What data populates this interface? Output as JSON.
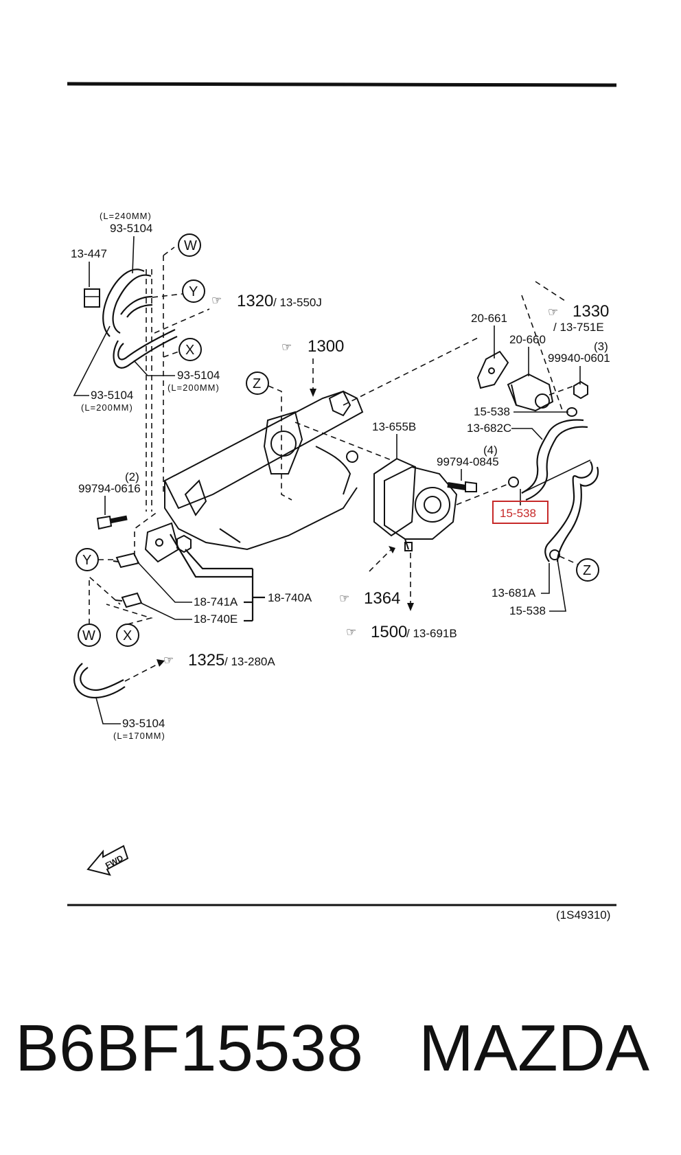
{
  "diagram": {
    "ref_code": "(1S49310)",
    "fwd_label": "FWD",
    "circle_refs": [
      "W",
      "Y",
      "X",
      "Z",
      "Y",
      "W",
      "X",
      "Z"
    ],
    "callouts": [
      {
        "main": "1320",
        "sub": "/ 13-550J"
      },
      {
        "main": "1300",
        "sub": ""
      },
      {
        "main": "1330",
        "sub": "/ 13-751E"
      },
      {
        "main": "1364",
        "sub": ""
      },
      {
        "main": "1500",
        "sub": "/ 13-691B"
      },
      {
        "main": "1325",
        "sub": "/ 13-280A"
      }
    ],
    "parts": {
      "hose_240": "93-5104",
      "hose_240_len": "(L=240MM)",
      "clip_13447": "13-447",
      "hose_200a": "93-5104",
      "hose_200a_len": "(L=200MM)",
      "hose_200b": "93-5104",
      "hose_200b_len": "(L=200MM)",
      "bolt_99794_0616": "99794-0616",
      "bolt_99794_0616_qty": "(2)",
      "gasket_20661": "20-661",
      "valve_20660": "20-660",
      "nut_99940": "99940-0601",
      "nut_99940_qty": "(3)",
      "clamp_15538_top": "15-538",
      "hose_13682c": "13-682C",
      "gasket_13655b": "13-655B",
      "bolt_99794_0845": "99794-0845",
      "bolt_99794_0845_qty": "(4)",
      "clamp_15538_highlight": "15-538",
      "hose_13681a": "13-681A",
      "clamp_15538_bottom": "15-538",
      "sensor_18741a": "18-741A",
      "group_18740a": "18-740A",
      "sensor_18740e": "18-740E",
      "hose_170": "93-5104",
      "hose_170_len": "(L=170MM)"
    }
  },
  "footer": {
    "part_number": "B6BF15538",
    "brand": "MAZDA"
  },
  "colors": {
    "highlight": "#c62828",
    "ink": "#111111"
  }
}
